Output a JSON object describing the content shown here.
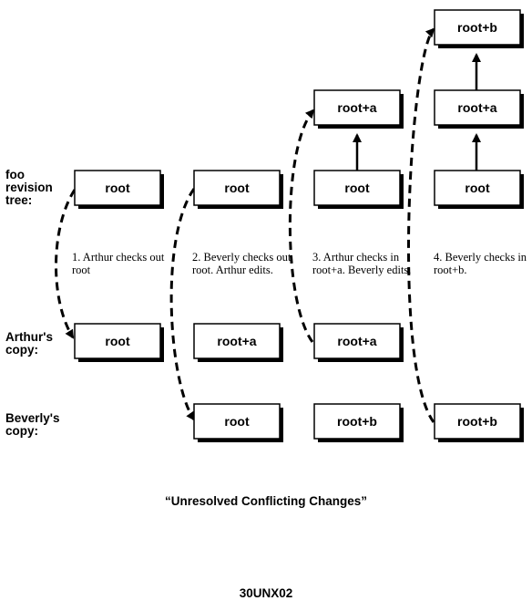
{
  "row_labels": {
    "tree": "foo\nrevision\ntree:",
    "arthur": "Arthur's\ncopy:",
    "beverly": "Beverly's\ncopy:"
  },
  "nodes": {
    "c1_tree_root": "root",
    "c1_arthur": "root",
    "c2_tree_root": "root",
    "c2_arthur": "root+a",
    "c2_beverly": "root",
    "c3_tree_root": "root",
    "c3_tree_a": "root+a",
    "c3_arthur": "root+a",
    "c3_beverly": "root+b",
    "c4_tree_root": "root",
    "c4_tree_a": "root+a",
    "c4_tree_b": "root+b",
    "c4_beverly": "root+b"
  },
  "steps": [
    "1. Arthur checks out root",
    "2. Beverly checks out root. Arthur edits.",
    "3. Arthur checks in root+a. Beverly edits.",
    "4. Beverly checks in root+b."
  ],
  "caption": "“Unresolved Conflicting Changes”",
  "figure_id": "30UNX02"
}
